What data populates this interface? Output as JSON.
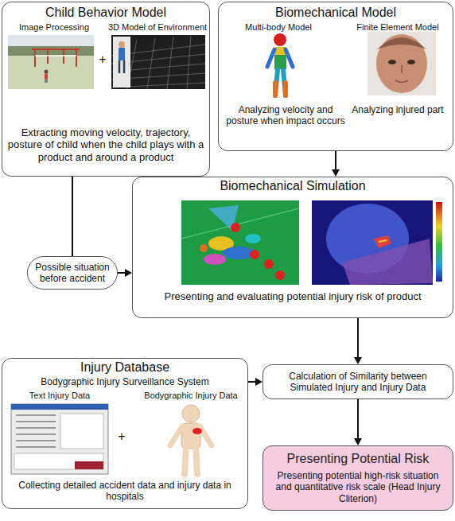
{
  "diagram": {
    "nodes": [
      {
        "text": [
          "Child Behavior Model",
          "Extracting moving velocity, trajectory, posture of child when the child plays with a product and around a product"
        ]
      },
      {
        "text": [
          "Biomechanical Model",
          "Analyzing velocity and posture when impact occurs",
          "Analyzing injured part"
        ]
      },
      {
        "text": [
          "Possible situation before accident"
        ]
      },
      {
        "text": [
          "Biomechanical Simulation",
          "Presenting and evaluating potential injury risk of product"
        ]
      },
      {
        "text": [
          "Injury Database",
          "Bodygraphic Injury Surveillance System",
          "Collecting detailed accident data and injury data in hospitals"
        ]
      },
      {
        "text": [
          "Calculation of Similarity between Simulated Injury and Injury Data"
        ]
      },
      {
        "text": [
          "Presenting Potential Risk",
          "Presenting potential high-risk situation and quantitative risk scale (Head Injury Cliterion)"
        ]
      }
    ],
    "edges": [
      {
        "from": 0,
        "to": 2,
        "arrow": "none"
      },
      {
        "from": 2,
        "to": 3,
        "arrow": "to"
      },
      {
        "from": 1,
        "to": 3,
        "arrow": "to"
      },
      {
        "from": 3,
        "to": 5,
        "arrow": "to"
      },
      {
        "from": 4,
        "to": 5,
        "arrow": "to"
      },
      {
        "from": 5,
        "to": 6,
        "arrow": "to"
      }
    ],
    "labels": [
      "Image Processing",
      "3D Model of Environment",
      "+",
      "Multi-body Model",
      "Finite Element Model",
      "Text Injury Data",
      "+",
      "Bodygraphic Injury Data"
    ]
  }
}
